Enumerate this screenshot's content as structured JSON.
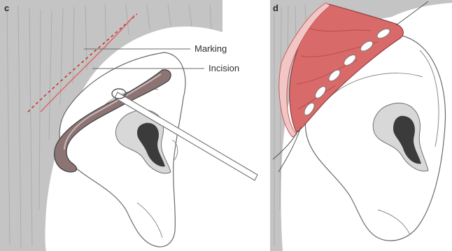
{
  "panels": [
    {
      "id": "c",
      "label": "c"
    },
    {
      "id": "d",
      "label": "d"
    }
  ],
  "callouts": {
    "marking": "Marking",
    "incision": "Incision"
  },
  "colors": {
    "hair": "#bcbcbc",
    "hair_dark": "#9a9a9a",
    "skin": "#ffffff",
    "outline": "#6a6a6a",
    "incision_red": "#d9534f",
    "flesh": "#d96a6a",
    "flesh_light": "#f3c6c6",
    "shadow": "#3b3b3b",
    "instrument": "#7a7a7a"
  }
}
